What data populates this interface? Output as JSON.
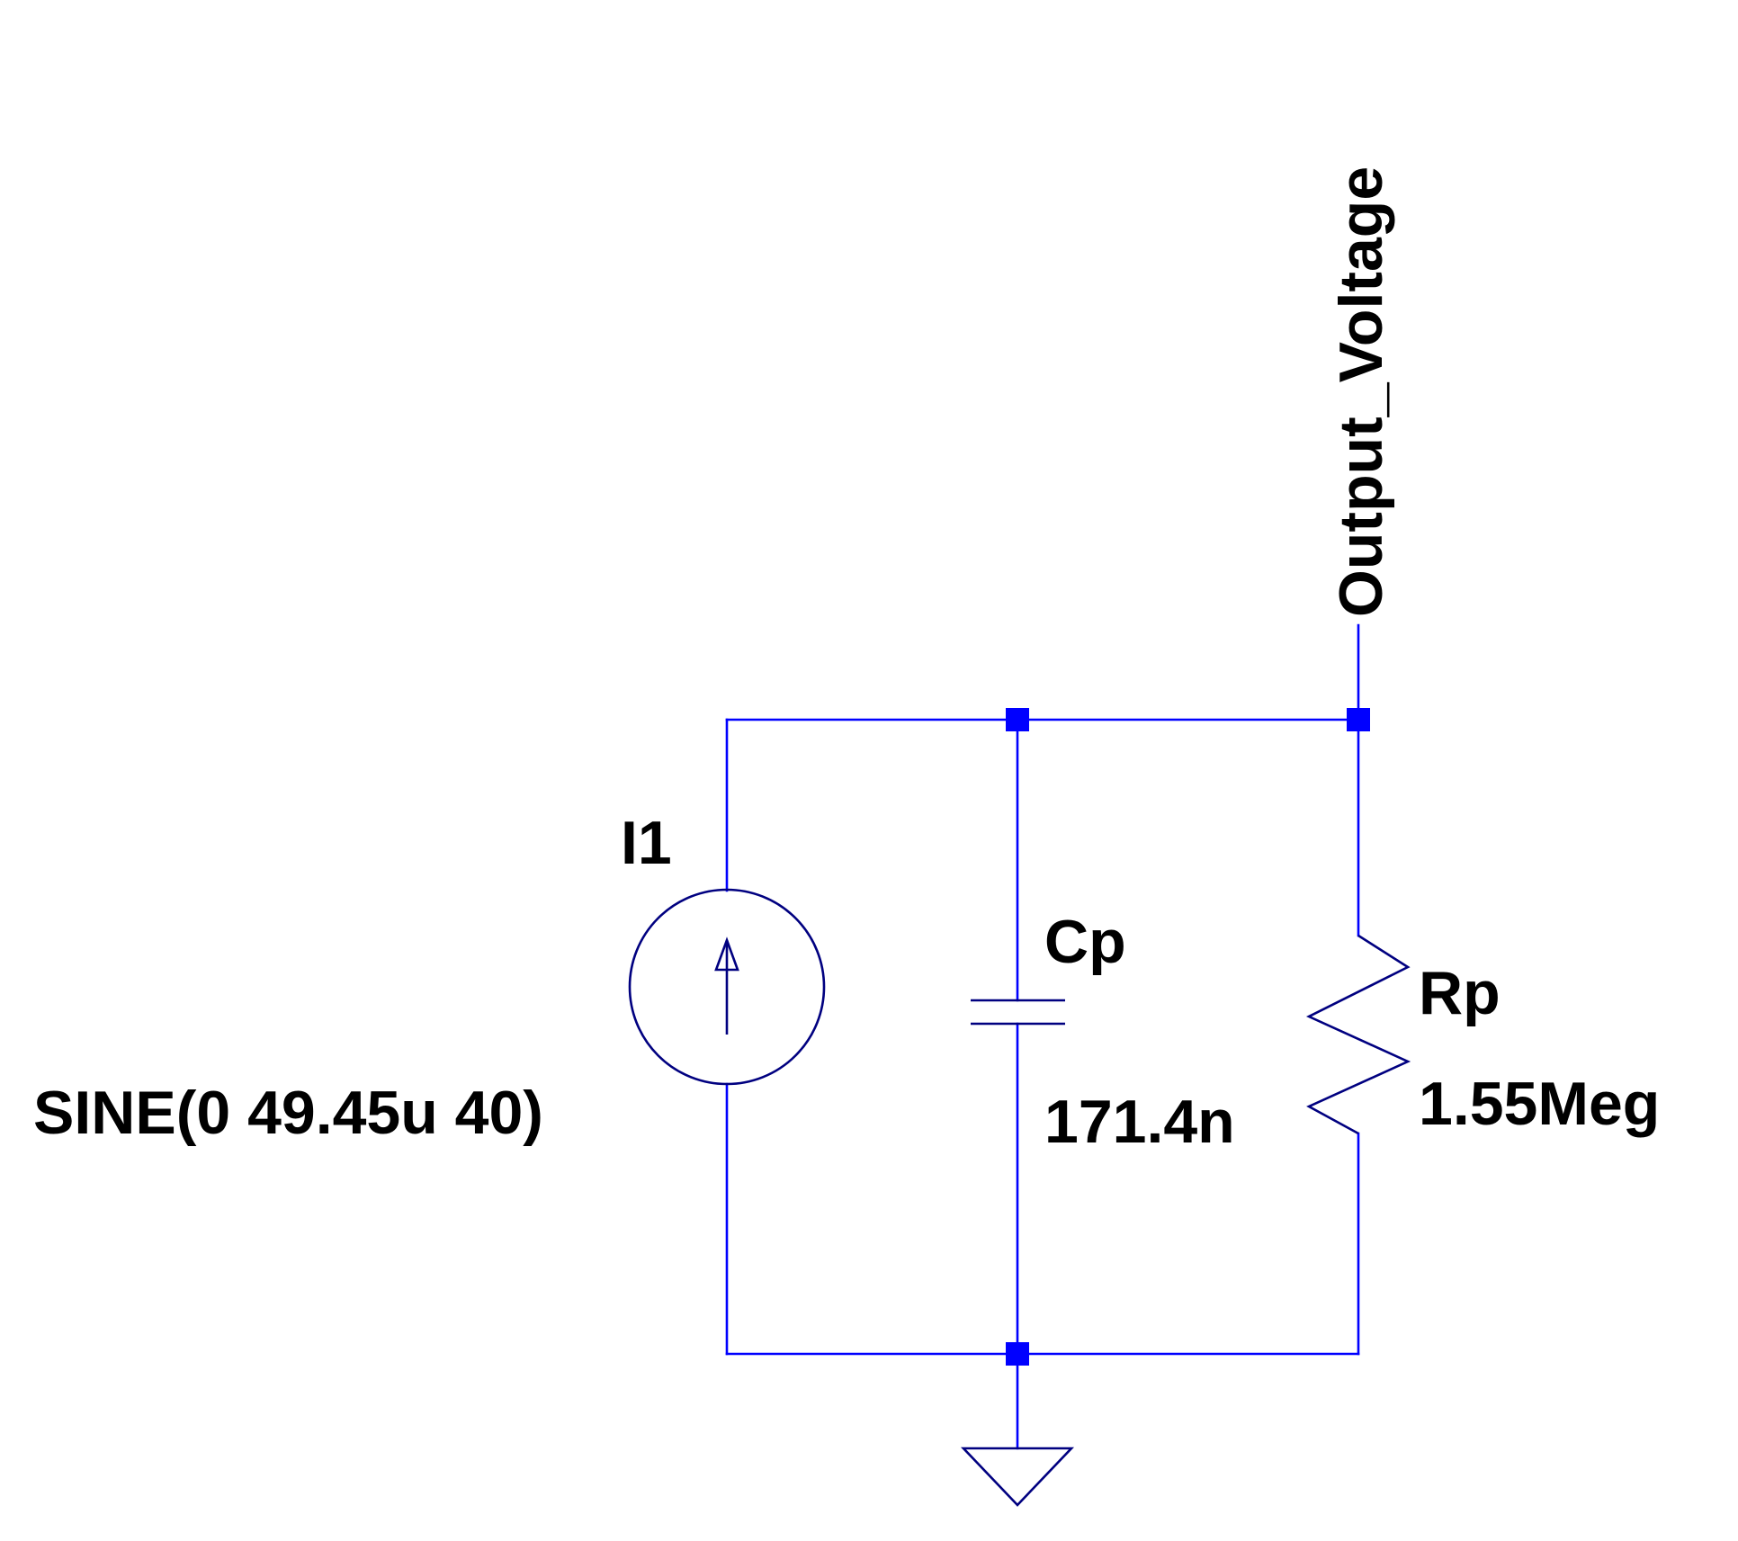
{
  "schematic": {
    "net_label": "Output_Voltage",
    "source": {
      "name": "I1",
      "value": "SINE(0 49.45u 40)"
    },
    "capacitor": {
      "name": "Cp",
      "value": "171.4n"
    },
    "resistor": {
      "name": "Rp",
      "value": "1.55Meg"
    }
  },
  "colors": {
    "wire": "#0000ff",
    "symbol": "#000080",
    "junction": "#0000ff",
    "text": "#000000"
  }
}
